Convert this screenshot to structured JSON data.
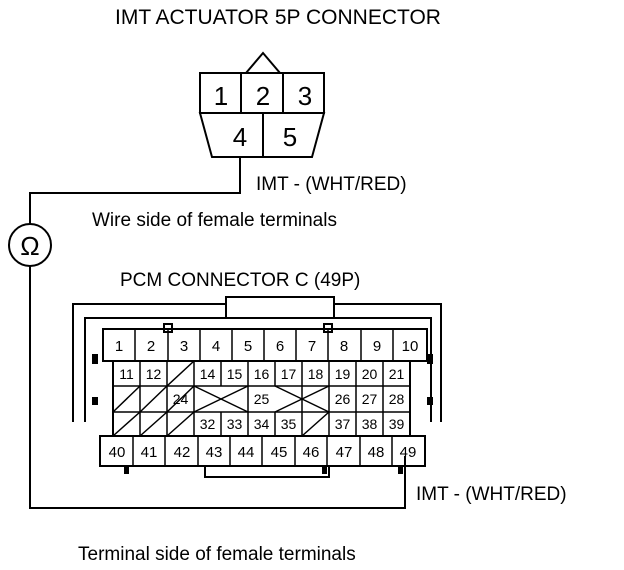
{
  "title": "IMT ACTUATOR 5P CONNECTOR",
  "actuator": {
    "pins_top": [
      "1",
      "2",
      "3"
    ],
    "pins_bottom": [
      "4",
      "5"
    ],
    "wire_label": "IMT -  (WHT/RED)",
    "view_note": "Wire side of female terminals"
  },
  "meter": {
    "symbol": "Ω"
  },
  "pcm": {
    "title": "PCM CONNECTOR C (49P)",
    "row1": [
      "1",
      "2",
      "3",
      "4",
      "5",
      "6",
      "7",
      "8",
      "9",
      "10"
    ],
    "row2": [
      "11",
      "12",
      "",
      "14",
      "15",
      "16",
      "17",
      "18",
      "19",
      "20",
      "21"
    ],
    "row3": [
      "24",
      "25",
      "26",
      "27",
      "28"
    ],
    "row4": [
      "32",
      "33",
      "34",
      "35",
      "37",
      "38",
      "39"
    ],
    "row5": [
      "40",
      "41",
      "42",
      "43",
      "44",
      "45",
      "46",
      "47",
      "48",
      "49"
    ],
    "wire_label": "IMT -  (WHT/RED)",
    "view_note": "Terminal side of female terminals"
  }
}
